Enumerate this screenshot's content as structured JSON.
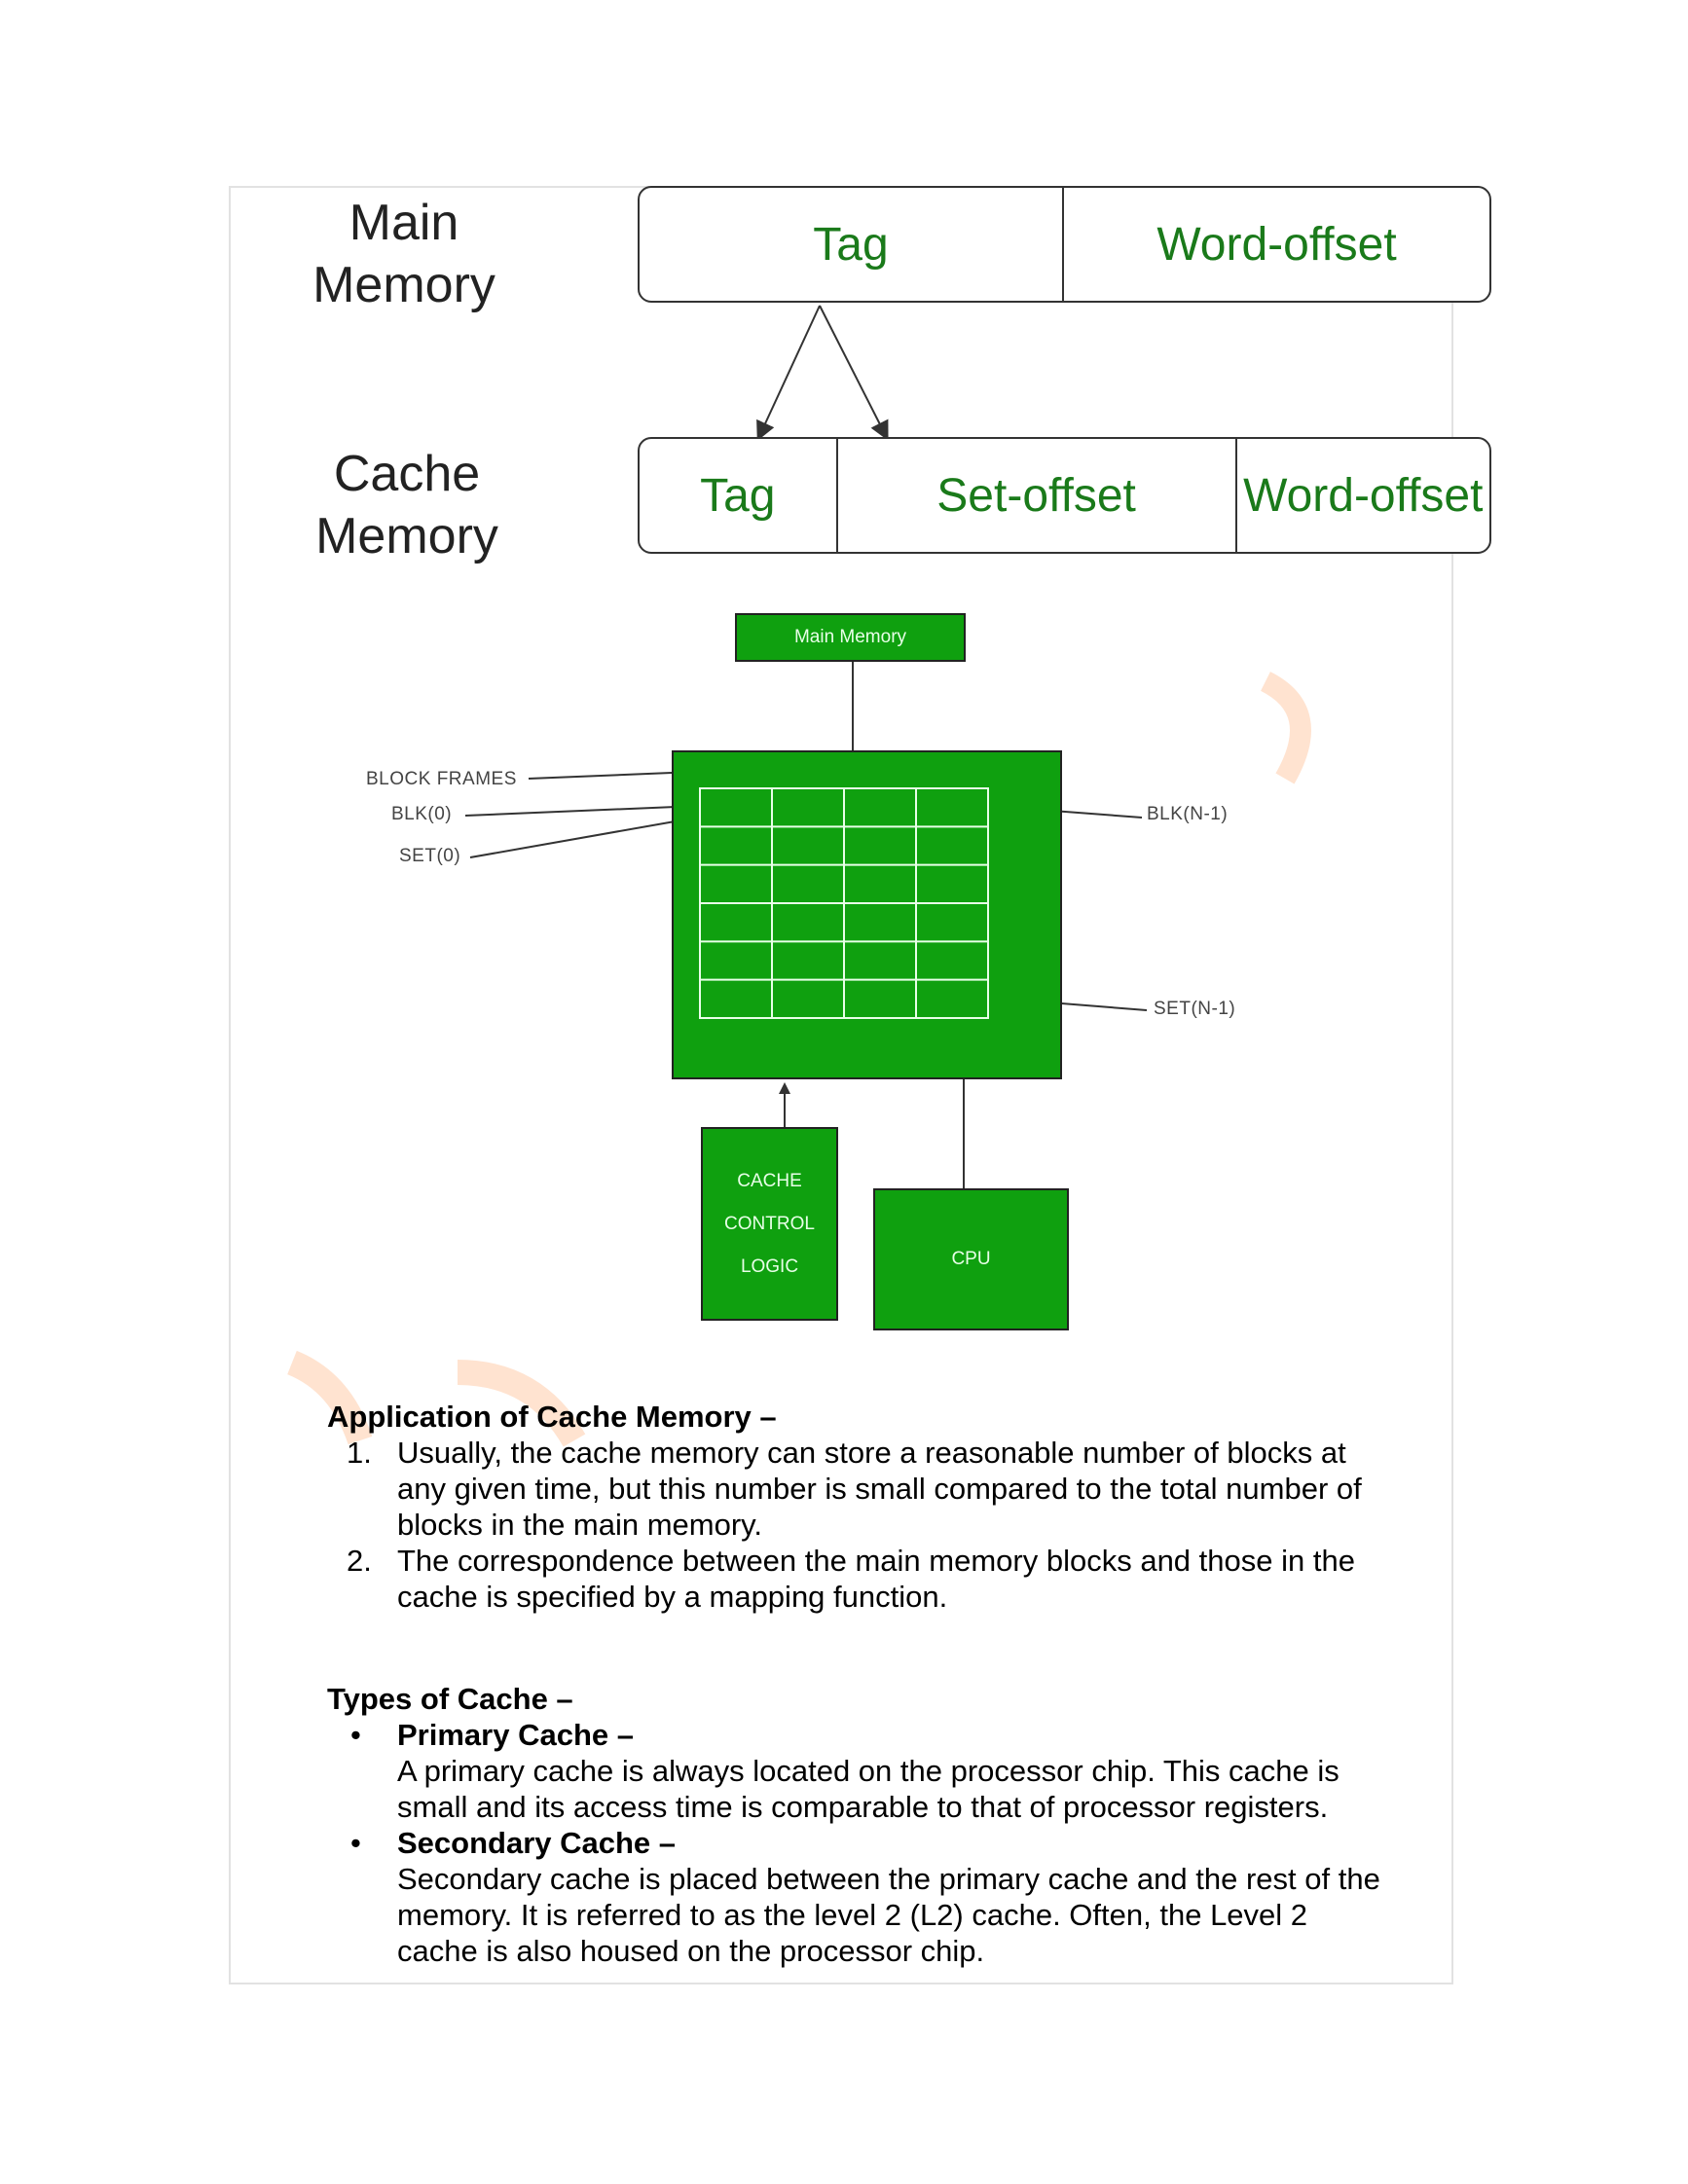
{
  "mapping_diagram": {
    "main_memory_label": [
      "Main",
      "Memory"
    ],
    "cache_memory_label": [
      "Cache",
      "Memory"
    ],
    "main_fields": [
      "Tag",
      "Word-offset"
    ],
    "cache_fields": [
      "Tag",
      "Set-offset",
      "Word-offset"
    ]
  },
  "cache_diagram": {
    "main_memory_box": "Main Memory",
    "labels": {
      "block_frames": "BLOCK FRAMES",
      "blk0": "BLK(0)",
      "set0": "SET(0)",
      "blkn": "BLK(N-1)",
      "setn": "SET(N-1)"
    },
    "control_logic_lines": [
      "CACHE",
      "CONTROL",
      "LOGIC"
    ],
    "cpu_box": "CPU",
    "grid": {
      "rows": 6,
      "cols": 4
    }
  },
  "application": {
    "heading": "Application of Cache Memory –",
    "items": [
      {
        "number": "1.",
        "lines": [
          "Usually, the cache memory can store a reasonable number of blocks at",
          "any given time, but this number is small compared to the total number of",
          "blocks in the main memory."
        ]
      },
      {
        "number": "2.",
        "lines": [
          "The correspondence between the main memory blocks and those in the",
          "cache is specified by a mapping function."
        ]
      }
    ]
  },
  "types": {
    "heading": "Types of Cache –",
    "items": [
      {
        "bullet": "•",
        "title": "Primary Cache –",
        "lines": [
          "A primary cache is always located on the processor chip. This cache is",
          "small and its access time is comparable to that of processor registers."
        ]
      },
      {
        "bullet": "•",
        "title": "Secondary Cache –",
        "lines": [
          "Secondary cache is placed between the primary cache and the rest of the",
          "memory. It is referred to as the level 2 (L2) cache. Often, the Level 2",
          "cache is also housed on the processor chip."
        ]
      }
    ]
  }
}
